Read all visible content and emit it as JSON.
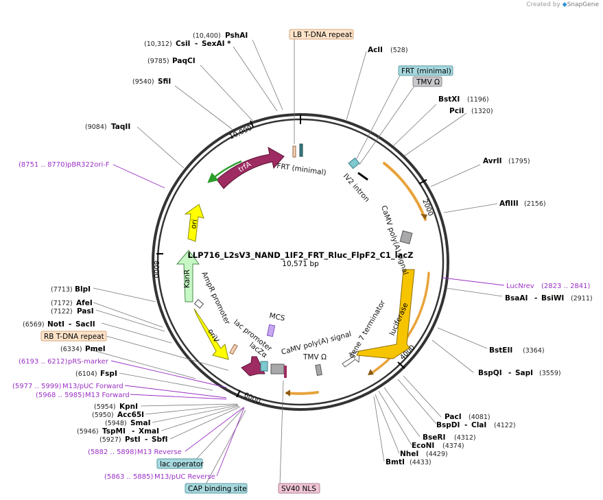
{
  "credit": {
    "prefix": "Created by",
    "brand": "SnapGene"
  },
  "plasmid": {
    "name": "LLP716_L2sV3_NAND_1IF2_FRT_Rluc_FlpF2_C1_lacZ",
    "length": "10,571 bp"
  },
  "ticks": [
    "2000",
    "4000",
    "6000",
    "8000",
    "10,000"
  ],
  "boxed_features": [
    {
      "id": "lb",
      "label": "LB T-DNA repeat",
      "color": "#fde3c9",
      "stroke": "#d5a57a"
    },
    {
      "id": "frtmin",
      "label": "FRT (minimal)",
      "color": "#a6d8de",
      "stroke": "#5a9aa3"
    },
    {
      "id": "tmv1",
      "label": "TMV Ω",
      "color": "#c8c8cc",
      "stroke": "#888"
    },
    {
      "id": "rb",
      "label": "RB T-DNA repeat",
      "color": "#fde3c9",
      "stroke": "#d5a57a"
    },
    {
      "id": "lacop",
      "label": "lac operator",
      "color": "#a6d8de",
      "stroke": "#5a9aa3"
    },
    {
      "id": "cap",
      "label": "CAP binding site",
      "color": "#a6d8de",
      "stroke": "#5a9aa3"
    },
    {
      "id": "sv40",
      "label": "SV40 NLS",
      "color": "#f0c6d6",
      "stroke": "#b07d92"
    }
  ],
  "enzymes": [
    {
      "id": "pshai",
      "name": "PshAI",
      "pos": "(10,400)"
    },
    {
      "id": "csii",
      "name": "CsiI",
      "pos": "(10,312)",
      "extra": "SexAI *"
    },
    {
      "id": "paqci",
      "name": "PaqCI",
      "pos": "(9785)"
    },
    {
      "id": "sfii",
      "name": "SfiI",
      "pos": "(9540)"
    },
    {
      "id": "taqii",
      "name": "TaqII",
      "pos": "(9084)"
    },
    {
      "id": "acli",
      "name": "AclI",
      "pos": "(528)"
    },
    {
      "id": "bstxi",
      "name": "BstXI",
      "pos": "(1196)"
    },
    {
      "id": "pcii",
      "name": "PciI",
      "pos": "(1320)"
    },
    {
      "id": "avrii",
      "name": "AvrII",
      "pos": "(1795)"
    },
    {
      "id": "aflii",
      "name": "AflIII",
      "pos": "(2156)"
    },
    {
      "id": "bsaai",
      "name": "BsaAI",
      "pos": "(2911)",
      "extra": "BsiWI"
    },
    {
      "id": "bsteii",
      "name": "BstEII",
      "pos": "(3364)"
    },
    {
      "id": "bspqi",
      "name": "BspQI",
      "pos": "(3559)",
      "extra": "SapI"
    },
    {
      "id": "paci",
      "name": "PacI",
      "pos": "(4081)"
    },
    {
      "id": "bspdi",
      "name": "BspDI",
      "pos": "(4122)",
      "extra": "ClaI"
    },
    {
      "id": "bseri",
      "name": "BseRI",
      "pos": "(4312)"
    },
    {
      "id": "econi",
      "name": "EcoNI",
      "pos": "(4374)"
    },
    {
      "id": "nhei",
      "name": "NheI",
      "pos": "(4429)"
    },
    {
      "id": "bmti",
      "name": "BmtI",
      "pos": "(4433)"
    },
    {
      "id": "blpi",
      "name": "BlpI",
      "pos": "(7713)"
    },
    {
      "id": "afei",
      "name": "AfeI",
      "pos": "(7172)"
    },
    {
      "id": "pasi",
      "name": "PasI",
      "pos": "(7122)"
    },
    {
      "id": "noti",
      "name": "NotI",
      "pos": "(6569)",
      "extra": "SacII"
    },
    {
      "id": "pmei",
      "name": "PmeI",
      "pos": "(6334)"
    },
    {
      "id": "fspi",
      "name": "FspI",
      "pos": "(6104)"
    },
    {
      "id": "kpni",
      "name": "KpnI",
      "pos": "(5954)"
    },
    {
      "id": "acc65i",
      "name": "Acc65I",
      "pos": "(5950)"
    },
    {
      "id": "smai",
      "name": "SmaI",
      "pos": "(5948)"
    },
    {
      "id": "tspmi",
      "name": "TspMI",
      "pos": "(5946)",
      "extra": "XmaI"
    },
    {
      "id": "psti",
      "name": "PstI",
      "pos": "(5927)",
      "extra": "SbfI"
    }
  ],
  "primers": [
    {
      "id": "pbr322",
      "name": "pBR322ori-F",
      "pos": "(8751 .. 8770)"
    },
    {
      "id": "lucnrev",
      "name": "LucNrev",
      "pos": "(2823 .. 2841)"
    },
    {
      "id": "prs",
      "name": "pRS-marker",
      "pos": "(6193 .. 6212)"
    },
    {
      "id": "m13puc",
      "name": "M13/pUC Forward",
      "pos": "(5977 .. 5999)"
    },
    {
      "id": "m13f",
      "name": "M13 Forward",
      "pos": "(5968 .. 5985)"
    },
    {
      "id": "m13r",
      "name": "M13 Reverse",
      "pos": "(5882 .. 5898)"
    },
    {
      "id": "m13pucr",
      "name": "M13/pUC Reverse",
      "pos": "(5863 .. 5885)"
    }
  ],
  "inner_labels": {
    "frt": "FRT (minimal)",
    "iv2": "IV2 intron",
    "cauv1": "CaMV poly(A) signal",
    "luciferase": "luciferase",
    "gene7": "gene 7 terminator",
    "cauv2": "CaMV poly(A) signal",
    "tmv2": "TMV Ω",
    "mcs": "MCS",
    "lacpro": "lac promoter",
    "laczalpha": "lacZα",
    "oriv": "oriV",
    "ampr": "AmpR promoter",
    "kanr": "KanR",
    "ori": "ori",
    "trfa": "trfA"
  },
  "colors": {
    "backbone": "#333333",
    "enzyme_line": "#777777",
    "primer": "#9a2fc4",
    "trfa": "#9e2b62",
    "ori": "#ffff00",
    "kanr": "#c6f7c5",
    "oriv": "#ffff00",
    "luciferase": "#f7c400",
    "laczalpha": "#9e2b62",
    "orange_arc": "#e8a33a"
  }
}
